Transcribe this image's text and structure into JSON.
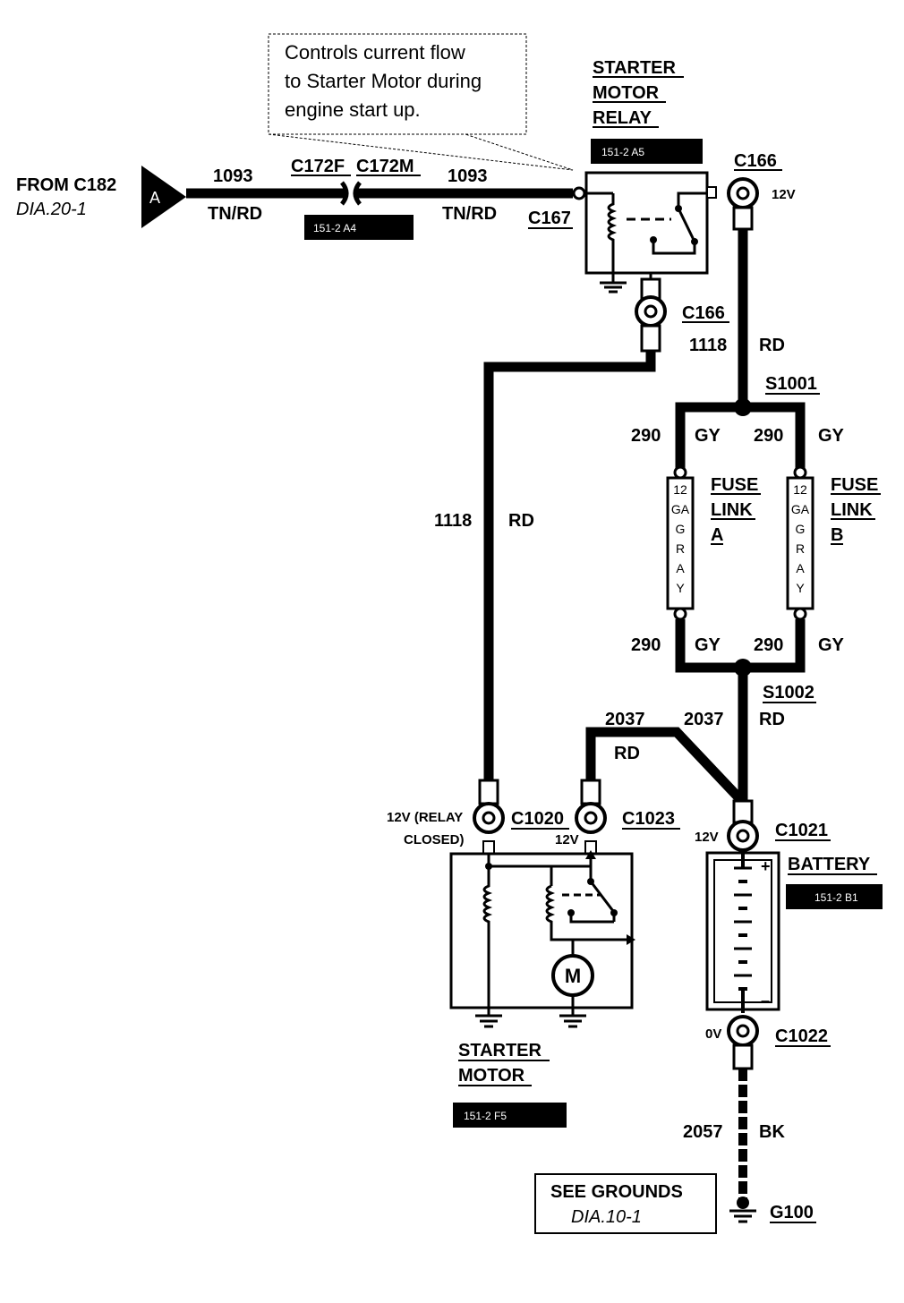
{
  "callout": {
    "line1": "Controls current flow",
    "line2": "to Starter Motor during",
    "line3": "engine start up."
  },
  "source": {
    "marker": "A",
    "from_label": "FROM C182",
    "dia_ref": "DIA.20-1"
  },
  "wires": {
    "w1093_left_num": "1093",
    "w1093_left_color": "TN/RD",
    "w1093_right_num": "1093",
    "w1093_right_color": "TN/RD",
    "w1118_top_num": "1118",
    "w1118_top_color": "RD",
    "w1118_left_num": "1118",
    "w1118_left_color": "RD",
    "w290_a_top_num": "290",
    "w290_a_top_color": "GY",
    "w290_b_top_num": "290",
    "w290_b_top_color": "GY",
    "w290_a_bot_num": "290",
    "w290_a_bot_color": "GY",
    "w290_b_bot_num": "290",
    "w290_b_bot_color": "GY",
    "w2037_left_num": "2037",
    "w2037_left_color": "RD",
    "w2037_right_num": "2037",
    "w2037_right_color": "RD",
    "w2057_num": "2057",
    "w2057_color": "BK"
  },
  "connectors": {
    "c172f": "C172F",
    "c172m": "C172M",
    "c167": "C167",
    "c166_top": "C166",
    "c166_mid": "C166",
    "s1001": "S1001",
    "s1002": "S1002",
    "c1020": "C1020",
    "c1023": "C1023",
    "c1021": "C1021",
    "c1022": "C1022",
    "g100": "G100"
  },
  "voltages": {
    "c166_top": "12V",
    "c1020_line1": "12V (RELAY",
    "c1020_line2": "CLOSED)",
    "c1023": "12V",
    "c1021": "12V",
    "c1022": "0V"
  },
  "components": {
    "relay_line1": "STARTER",
    "relay_line2": "MOTOR",
    "relay_line3": "RELAY",
    "relay_ref": "151-2 A5",
    "harness_ref": "151-2 A4",
    "fuse_a_line1": "FUSE",
    "fuse_a_line2": "LINK",
    "fuse_a_line3": "A",
    "fuse_b_line1": "FUSE",
    "fuse_b_line2": "LINK",
    "fuse_b_line3": "B",
    "fuse_text": [
      "12",
      "GA",
      "G",
      "R",
      "A",
      "Y"
    ],
    "battery_label": "BATTERY",
    "battery_ref": "151-2 B1",
    "battery_plus": "+",
    "battery_minus": "–",
    "starter_line1": "STARTER",
    "starter_line2": "MOTOR",
    "starter_ref": "151-2 F5",
    "motor_symbol": "M"
  },
  "grounds_box": {
    "title": "SEE GROUNDS",
    "dia_ref": "DIA.10-1"
  }
}
